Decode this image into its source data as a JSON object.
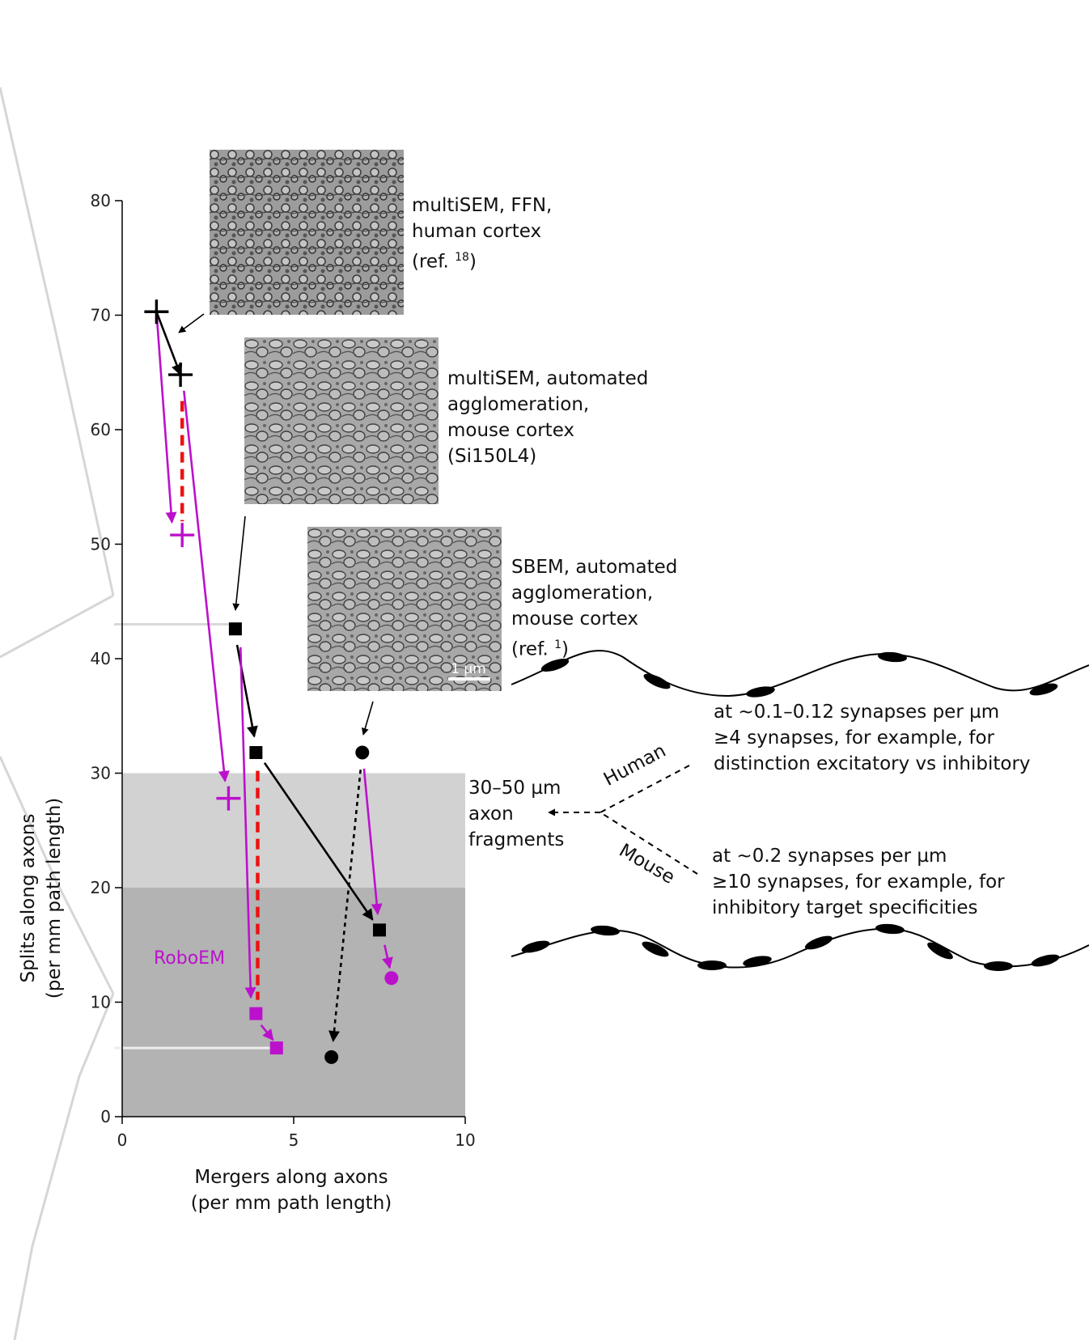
{
  "chart_data": {
    "type": "scatter",
    "title": "",
    "xlabel": [
      "Mergers along axons",
      "(per mm path length)"
    ],
    "ylabel": [
      "Splits along axons",
      "(per mm path length)"
    ],
    "xlim": [
      0,
      10
    ],
    "ylim": [
      0,
      80
    ],
    "x_ticks": [
      "0",
      "5",
      "10"
    ],
    "y_ticks": [
      "0",
      "10",
      "20",
      "30",
      "40",
      "50",
      "60",
      "70",
      "80"
    ],
    "grid": false,
    "shaded_bands": [
      {
        "y": [
          0,
          20
        ],
        "color": "#b3b3b3"
      },
      {
        "y": [
          20,
          30
        ],
        "color": "#d2d2d2"
      }
    ],
    "reference_lines": [
      {
        "y": 43,
        "x": [
          0,
          3.3
        ],
        "color": "#d9d9d9"
      },
      {
        "y": 6,
        "x": [
          0,
          4.3
        ],
        "color": "#eeeeee"
      }
    ],
    "series": [
      {
        "name": "multiSEM, FFN, human cortex",
        "marker": "plus",
        "color": "#000000",
        "points": [
          {
            "x": 1.0,
            "y": 70.3
          },
          {
            "x": 1.7,
            "y": 64.8
          }
        ]
      },
      {
        "name": "",
        "marker": "plus",
        "color": "#bb11cc",
        "points": [
          {
            "x": 1.75,
            "y": 50.8
          },
          {
            "x": 3.1,
            "y": 27.8
          }
        ]
      },
      {
        "name": "multiSEM, automated agglomeration, mouse cortex",
        "marker": "square",
        "color": "#000000",
        "points": [
          {
            "x": 3.3,
            "y": 42.6
          },
          {
            "x": 3.9,
            "y": 31.8
          },
          {
            "x": 7.5,
            "y": 16.3
          }
        ]
      },
      {
        "name": "",
        "marker": "square",
        "color": "#bb11cc",
        "points": [
          {
            "x": 3.9,
            "y": 9.0
          },
          {
            "x": 4.5,
            "y": 6.0
          }
        ]
      },
      {
        "name": "SBEM, automated agglomeration, mouse cortex",
        "marker": "circle",
        "color": "#000000",
        "points": [
          {
            "x": 7.0,
            "y": 31.8
          },
          {
            "x": 6.1,
            "y": 5.2
          }
        ]
      },
      {
        "name": "",
        "marker": "circle",
        "color": "#bb11cc",
        "points": [
          {
            "x": 7.85,
            "y": 12.1
          }
        ]
      }
    ],
    "arrows": [
      {
        "from": [
          1.0,
          70.3
        ],
        "to": [
          1.7,
          64.8
        ],
        "color": "#000000",
        "style": "solid"
      },
      {
        "from": [
          1.0,
          70.3
        ],
        "to": [
          1.45,
          51.9
        ],
        "color": "#bb11cc",
        "style": "solid"
      },
      {
        "from": [
          1.8,
          63.4
        ],
        "to": [
          3.0,
          29.3
        ],
        "color": "#bb11cc",
        "style": "solid"
      },
      {
        "from": [
          3.35,
          41.2
        ],
        "to": [
          3.85,
          33.2
        ],
        "color": "#000000",
        "style": "solid"
      },
      {
        "from": [
          4.15,
          30.9
        ],
        "to": [
          7.3,
          17.2
        ],
        "color": "#000000",
        "style": "solid"
      },
      {
        "from": [
          3.45,
          41.0
        ],
        "to": [
          3.75,
          10.4
        ],
        "color": "#bb11cc",
        "style": "solid"
      },
      {
        "from": [
          4.05,
          8.0
        ],
        "to": [
          4.4,
          6.7
        ],
        "color": "#bb11cc",
        "style": "solid"
      },
      {
        "from": [
          7.05,
          30.4
        ],
        "to": [
          7.45,
          17.7
        ],
        "color": "#bb11cc",
        "style": "solid"
      },
      {
        "from": [
          7.65,
          15.0
        ],
        "to": [
          7.8,
          13.0
        ],
        "color": "#bb11cc",
        "style": "solid"
      },
      {
        "from": [
          6.95,
          30.3
        ],
        "to": [
          6.15,
          6.6
        ],
        "color": "#000000",
        "style": "dotted"
      }
    ],
    "dashed_segments": [
      {
        "from": [
          1.75,
          62.5
        ],
        "to": [
          1.75,
          52.0
        ],
        "color": "#ee1111"
      },
      {
        "from": [
          3.95,
          30.2
        ],
        "to": [
          3.95,
          10.2
        ],
        "color": "#ee1111"
      }
    ],
    "annotations": [
      "RoboEM"
    ]
  },
  "panels": [
    {
      "lines": [
        "multiSEM, FFN,",
        "human cortex",
        "(ref. ",
        "18",
        ")"
      ]
    },
    {
      "lines": [
        "multiSEM, automated",
        "agglomeration,",
        "mouse cortex",
        "(Si150L4)"
      ]
    },
    {
      "lines": [
        "SBEM, automated",
        "agglomeration,",
        "mouse cortex",
        "(ref. ",
        "1",
        ")"
      ]
    }
  ],
  "label_roboem": "RoboEM",
  "scale_bar": "1 µm",
  "fragments_label": [
    "30–50 µm",
    "axon",
    "fragments"
  ],
  "human_label": "Human",
  "mouse_label": "Mouse",
  "human_text": [
    "at ~0.1–0.12 synapses per µm",
    "≥4 synapses, for example, for",
    "distinction excitatory vs inhibitory"
  ],
  "mouse_text": [
    "at ~0.2 synapses per µm",
    "≥10 synapses, for example, for",
    "inhibitory target specificities"
  ],
  "colors": {
    "black": "#000000",
    "magenta": "#bb11cc",
    "red_dashed": "#ee1111",
    "band_dark": "#b3b3b3",
    "band_light": "#d2d2d2",
    "guide": "#d9d9d9"
  }
}
